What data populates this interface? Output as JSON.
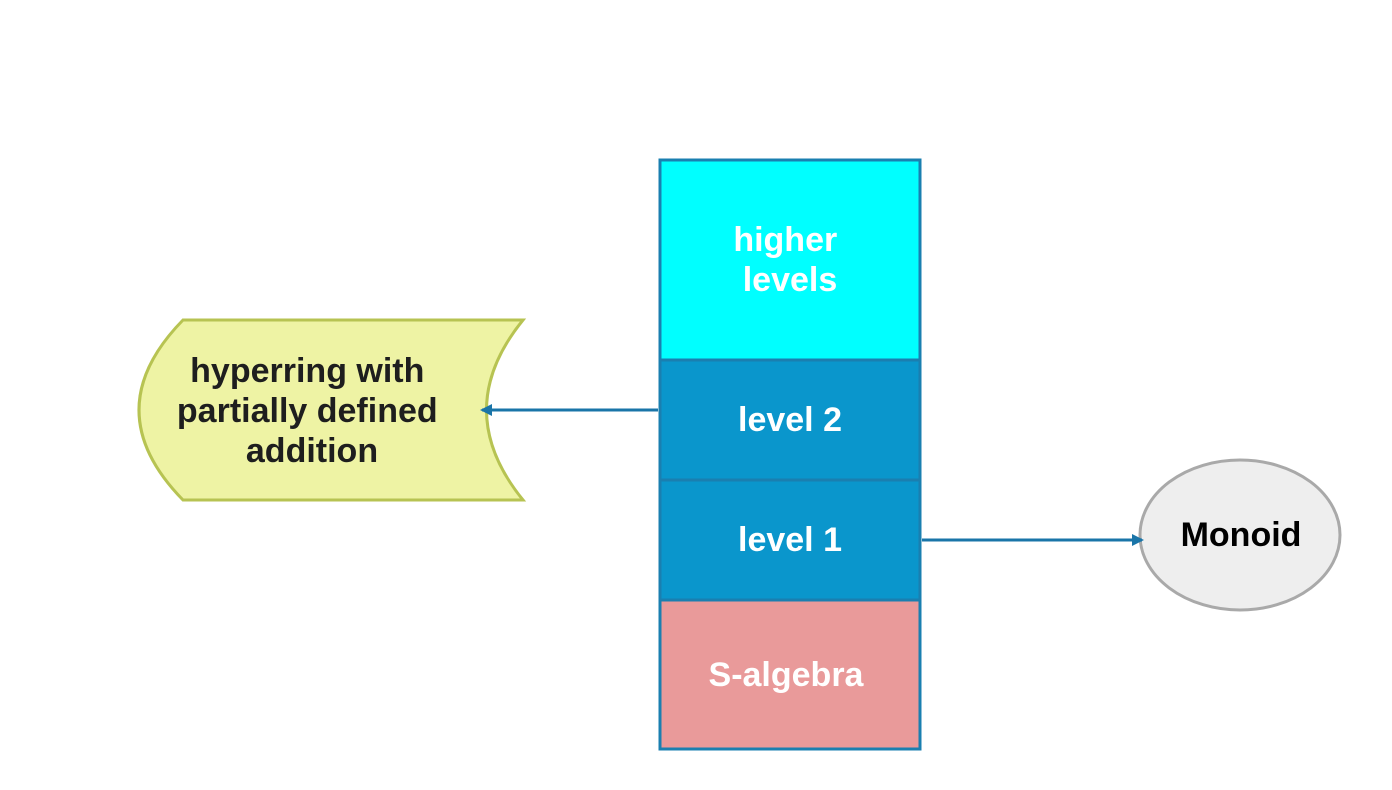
{
  "stack": {
    "blocks": [
      {
        "id": "higher-levels",
        "lines": [
          "higher",
          "levels"
        ],
        "fill": "#00FFFF",
        "stroke": "#1A7FB0"
      },
      {
        "id": "level-2",
        "lines": [
          "level 2"
        ],
        "fill": "#0A96CC",
        "stroke": "#1A7FB0"
      },
      {
        "id": "level-1",
        "lines": [
          "level 1"
        ],
        "fill": "#0A96CC",
        "stroke": "#1A7FB0"
      },
      {
        "id": "s-algebra",
        "lines": [
          "S-algebra"
        ],
        "fill": "#E99A9A",
        "stroke": "#1A7FB0"
      }
    ]
  },
  "hyperring": {
    "lines": [
      "hyperring with",
      "partially defined",
      "addition"
    ],
    "fill": "#EEF3A4",
    "stroke": "#B7C352"
  },
  "monoid": {
    "label": "Monoid",
    "fill": "#EEEEEE",
    "stroke": "#A9A9A9"
  },
  "arrow_color": "#1A75A8"
}
